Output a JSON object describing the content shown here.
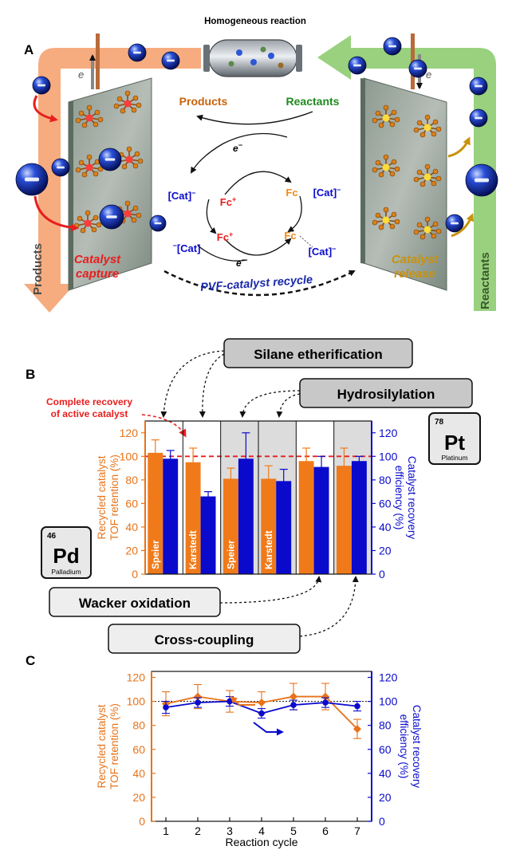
{
  "panel_a": {
    "label": "A",
    "homogeneous_reaction": "Homogeneous reaction",
    "products": "Products",
    "reactants": "Reactants",
    "left_arrow_label": "Products",
    "right_arrow_label": "Reactants",
    "catalyst_capture": [
      "Catalyst",
      "capture"
    ],
    "catalyst_release": [
      "Catalyst",
      "release"
    ],
    "recycle_label": "PVF-catalyst recycle",
    "electron": "e",
    "fc": "Fc",
    "fc_plus": "Fc",
    "cat": "[Cat]",
    "charge_minus": "−",
    "charge_plus": "+"
  },
  "panel_b": {
    "label": "B",
    "silane_label": "Silane etherification",
    "hydro_label": "Hydrosilylation",
    "wacker_label": "Wacker oxidation",
    "cross_label": "Cross-coupling",
    "recovery_note": [
      "Complete recovery",
      "of active catalyst"
    ],
    "pt": {
      "number": "78",
      "symbol": "Pt",
      "name": "Platinum"
    },
    "pd": {
      "number": "46",
      "symbol": "Pd",
      "name": "Palladium"
    }
  },
  "panel_c": {
    "label": "C"
  },
  "chart_data": [
    {
      "type": "bar",
      "categories": [
        "Speier",
        "Karstedt",
        "Speier",
        "Karstedt",
        "",
        ""
      ],
      "shaded_groups": [
        2,
        3,
        5
      ],
      "series": [
        {
          "values": [
            103,
            95,
            81,
            81,
            96,
            92
          ],
          "errors": [
            11,
            12,
            9,
            11,
            11,
            15
          ],
          "color": "#f07a1a"
        },
        {
          "values": [
            98,
            66,
            98,
            79,
            91,
            96
          ],
          "errors": [
            7,
            4,
            22,
            10,
            9,
            4
          ],
          "color": "#0a0acd"
        }
      ],
      "ylabel": "Recycled catalyst TOF retention (%)",
      "ylabel2": "Catalyst recovery efficiency (%)",
      "ylim": [
        0,
        130
      ],
      "yticks": [
        0,
        20,
        40,
        60,
        80,
        100,
        120
      ],
      "reference_line": 100
    },
    {
      "type": "line",
      "x": [
        1,
        2,
        3,
        4,
        5,
        6,
        7
      ],
      "series": [
        {
          "values": [
            98,
            104,
            100,
            99,
            104,
            104,
            77
          ],
          "errors": [
            10,
            10,
            9,
            9,
            11,
            11,
            8
          ],
          "color": "#e8731a"
        },
        {
          "values": [
            95,
            99,
            100,
            90,
            97,
            99,
            96
          ],
          "errors": [
            5,
            4,
            4,
            4,
            4,
            4,
            4
          ],
          "color": "#0a0acd"
        }
      ],
      "xlabel": "Reaction cycle",
      "ylabel": "Recycled catalyst TOF retention (%)",
      "ylabel2": "Catalyst recovery efficiency (%)",
      "ylim": [
        0,
        125
      ],
      "yticks": [
        0,
        20,
        40,
        60,
        80,
        100,
        120
      ],
      "reference_line": 100
    }
  ]
}
